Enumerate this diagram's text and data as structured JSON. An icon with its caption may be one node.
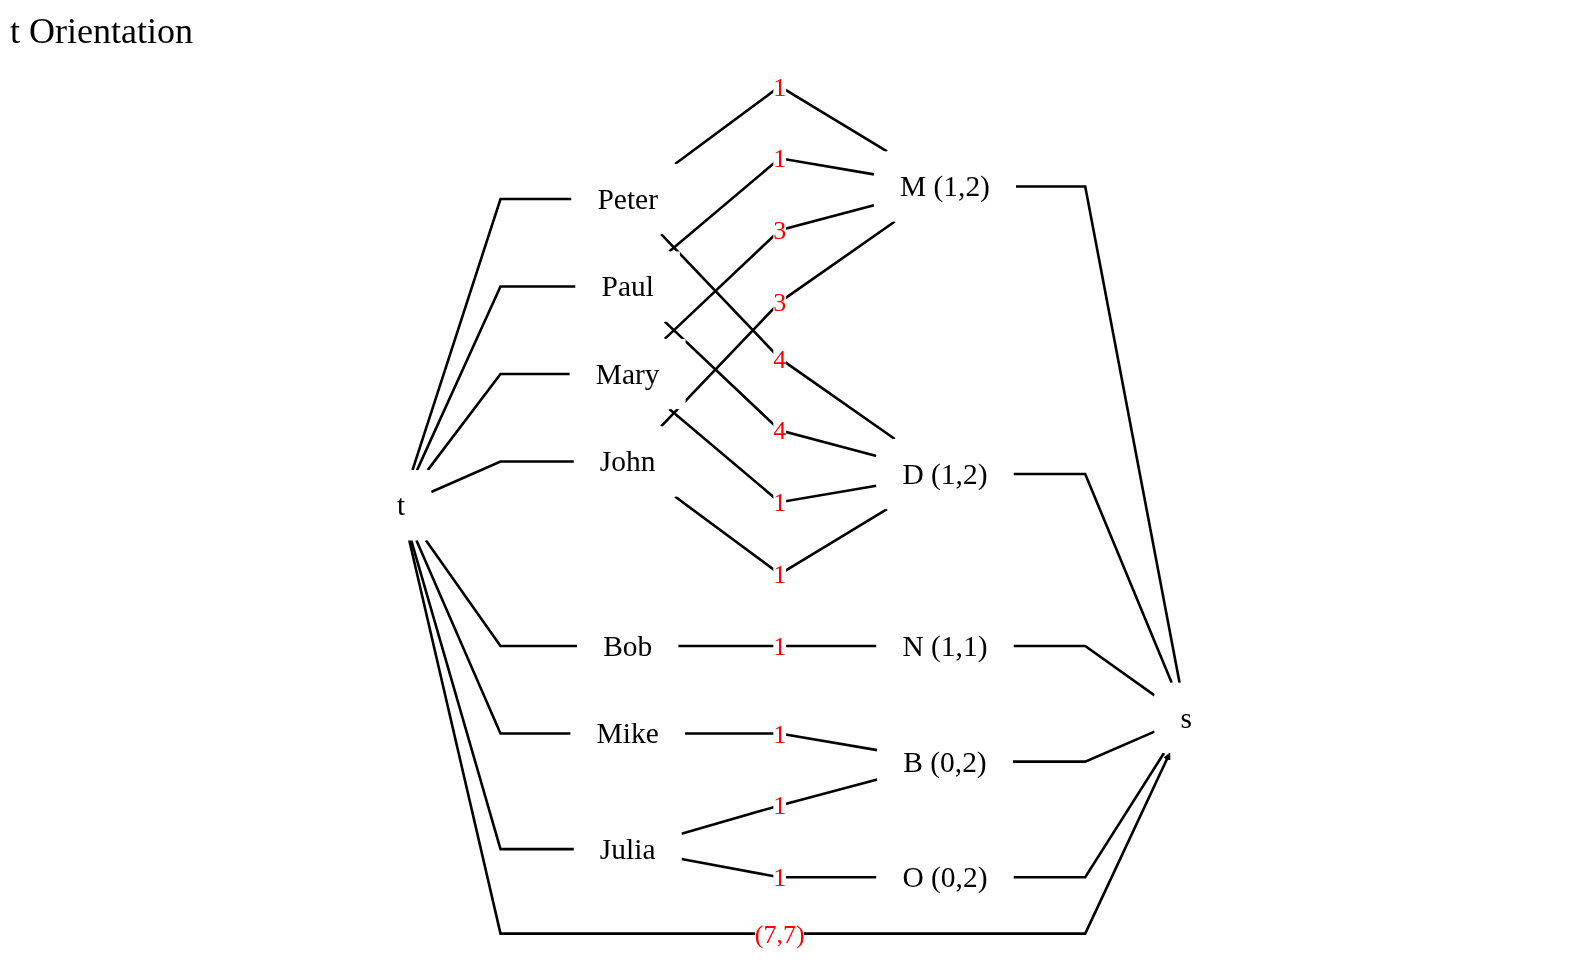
{
  "diagram": {
    "nodes": [
      {
        "text": [
          "t"
        ]
      },
      {
        "text": [
          "Peter"
        ]
      },
      {
        "text": [
          "Paul"
        ]
      },
      {
        "text": [
          "Mary"
        ]
      },
      {
        "text": [
          "John"
        ]
      },
      {
        "text": [
          "Bob"
        ]
      },
      {
        "text": [
          "Mike"
        ]
      },
      {
        "text": [
          "Julia"
        ]
      },
      {
        "text": [
          "M (1,2)"
        ]
      },
      {
        "text": [
          "D (1,2)"
        ]
      },
      {
        "text": [
          "N (1,1)"
        ]
      },
      {
        "text": [
          "B (0,2)"
        ]
      },
      {
        "text": [
          "O (0,2)"
        ]
      },
      {
        "text": [
          "s"
        ]
      }
    ],
    "edges": [
      {
        "from": 0,
        "to": 1,
        "arrow": "none"
      },
      {
        "from": 0,
        "to": 2,
        "arrow": "none"
      },
      {
        "from": 0,
        "to": 3,
        "arrow": "none"
      },
      {
        "from": 0,
        "to": 4,
        "arrow": "none"
      },
      {
        "from": 0,
        "to": 5,
        "arrow": "none"
      },
      {
        "from": 0,
        "to": 6,
        "arrow": "none"
      },
      {
        "from": 0,
        "to": 7,
        "arrow": "none"
      },
      {
        "from": 1,
        "to": 8,
        "label": "1",
        "arrow": "none"
      },
      {
        "from": 1,
        "to": 9,
        "label": "4",
        "arrow": "none"
      },
      {
        "from": 2,
        "to": 8,
        "label": "1",
        "arrow": "none"
      },
      {
        "from": 2,
        "to": 9,
        "label": "4",
        "arrow": "none"
      },
      {
        "from": 3,
        "to": 8,
        "label": "3",
        "arrow": "none"
      },
      {
        "from": 3,
        "to": 9,
        "label": "1",
        "arrow": "none"
      },
      {
        "from": 4,
        "to": 8,
        "label": "3",
        "arrow": "none"
      },
      {
        "from": 4,
        "to": 9,
        "label": "1",
        "arrow": "none"
      },
      {
        "from": 5,
        "to": 10,
        "label": "1",
        "arrow": "none"
      },
      {
        "from": 6,
        "to": 11,
        "label": "1",
        "arrow": "none"
      },
      {
        "from": 7,
        "to": 11,
        "label": "1",
        "arrow": "none"
      },
      {
        "from": 7,
        "to": 12,
        "label": "1",
        "arrow": "none"
      },
      {
        "from": 8,
        "to": 13,
        "arrow": "none"
      },
      {
        "from": 9,
        "to": 13,
        "arrow": "none"
      },
      {
        "from": 10,
        "to": 13,
        "arrow": "none"
      },
      {
        "from": 11,
        "to": 13,
        "arrow": "none"
      },
      {
        "from": 12,
        "to": 13,
        "arrow": "none"
      },
      {
        "from": 0,
        "to": 13,
        "label": "(7,7)",
        "arrow": "to"
      }
    ],
    "labels": [
      "t Orientation"
    ]
  }
}
